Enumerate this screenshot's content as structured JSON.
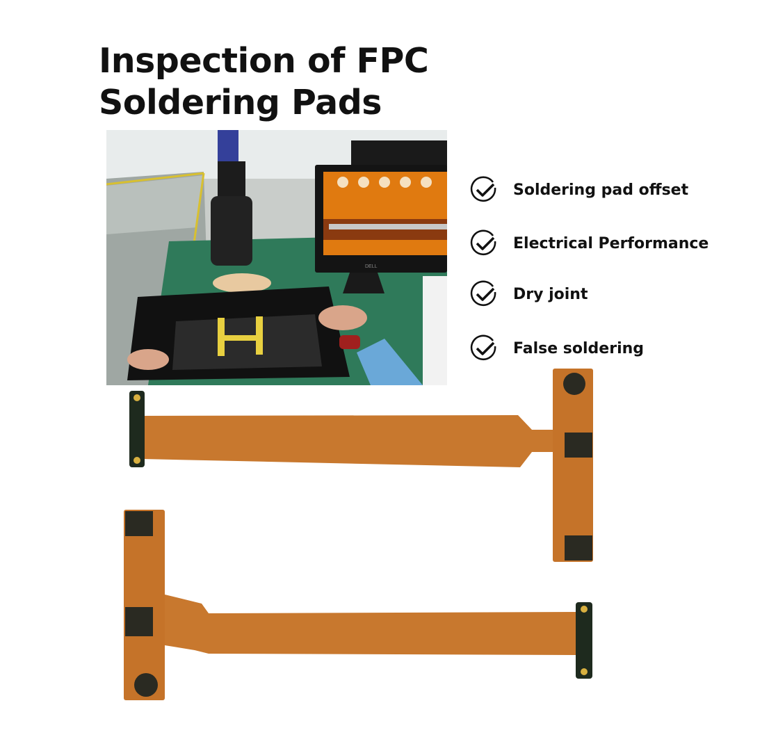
{
  "title": {
    "line1": "Inspection of FPC",
    "line2": "Soldering Pads"
  },
  "photo": {
    "monitor_brand": "DELL"
  },
  "checklist": [
    {
      "icon": "check-circle-icon",
      "label": "Soldering pad offset"
    },
    {
      "icon": "check-circle-icon",
      "label": "Electrical Performance"
    },
    {
      "icon": "check-circle-icon",
      "label": "Dry joint"
    },
    {
      "icon": "check-circle-icon",
      "label": "False soldering"
    }
  ],
  "colors": {
    "fpc": "#c8782e",
    "fpc_dark": "#a85a1c",
    "pad": "#1e2a1e",
    "text": "#111111"
  }
}
